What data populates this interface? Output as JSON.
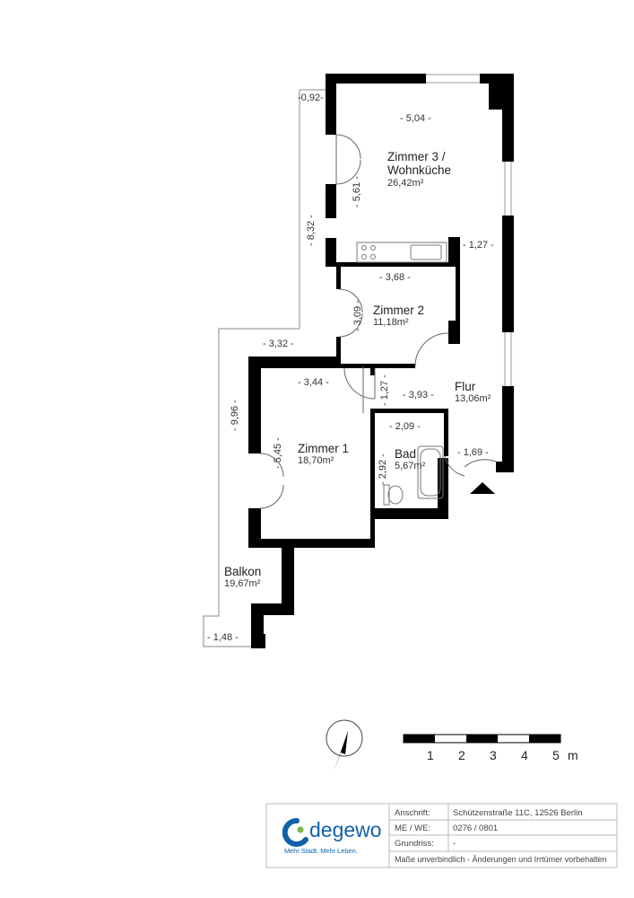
{
  "rooms": [
    {
      "name": "Zimmer 3 /",
      "name2": "Wohnküche",
      "area": "26,42m²"
    },
    {
      "name": "Zimmer 2",
      "area": "11,18m²"
    },
    {
      "name": "Flur",
      "area": "13,06m²"
    },
    {
      "name": "Zimmer 1",
      "area": "18,70m²"
    },
    {
      "name": "Bad",
      "area": "5,67m²"
    },
    {
      "name": "Balkon",
      "area": "19,67m²"
    }
  ],
  "dimensions": {
    "d092": "-0,92-",
    "d504": "- 5,04 -",
    "d561": "- 5,61 -",
    "d832": "- 8,32 -",
    "d127a": "- 1,27 -",
    "d368": "- 3,68 -",
    "d309": "- 3,09 -",
    "d332": "- 3,32 -",
    "d344": "- 3,44 -",
    "d127b": "- 1,27 -",
    "d393": "- 3,93 -",
    "d996": "- 9,96 -",
    "d209": "- 2,09 -",
    "d545": "- 5,45 -",
    "d169": "- 1,69 -",
    "d292": "- 2,92 -",
    "d148": "- 1,48 -"
  },
  "scale": {
    "labels": [
      "1",
      "2",
      "3",
      "4",
      "5"
    ],
    "unit": "m"
  },
  "logo": {
    "word": "degewo",
    "tagline": "Mehr Stadt. Mehr Leben."
  },
  "info": {
    "address_label": "Anschrift:",
    "address_value": "Schützenstraße 11C, 12526 Berlin",
    "me_label": "ME / WE:",
    "me_value": "0276 / 0801",
    "floor_label": "Grundriss:",
    "floor_value": "-",
    "disclaimer": "Maße unverbindlich - Änderungen und Irrtümer vorbehalten"
  }
}
